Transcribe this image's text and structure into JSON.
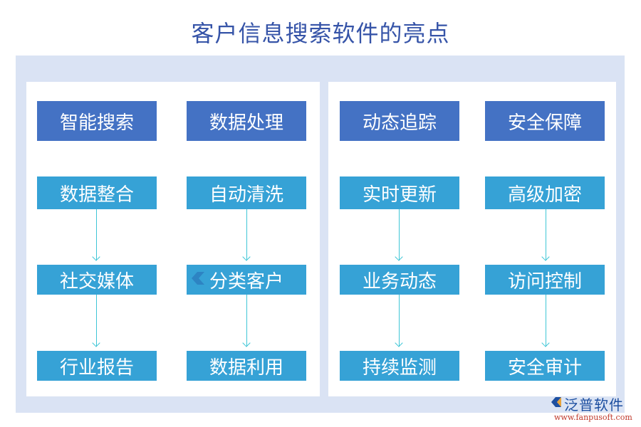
{
  "title": "客户信息搜索软件的亮点",
  "colors": {
    "background_outer": "#dae3f4",
    "panel": "#ffffff",
    "header_box": "#4472c4",
    "item_box": "#36a2d6",
    "arrow": "#3ec6d6",
    "title_text": "#3654a8"
  },
  "panels": [
    {
      "columns": [
        {
          "header": "智能搜索",
          "items": [
            "数据整合",
            "社交媒体",
            "行业报告"
          ]
        },
        {
          "header": "数据处理",
          "items": [
            "自动清洗",
            "分类客户",
            "数据利用"
          ]
        }
      ]
    },
    {
      "columns": [
        {
          "header": "动态追踪",
          "items": [
            "实时更新",
            "业务动态",
            "持续监测"
          ]
        },
        {
          "header": "安全保障",
          "items": [
            "高级加密",
            "访问控制",
            "安全审计"
          ]
        }
      ]
    }
  ],
  "logo": {
    "brand": "泛普软件",
    "url": "www.fanpusoft.com"
  }
}
